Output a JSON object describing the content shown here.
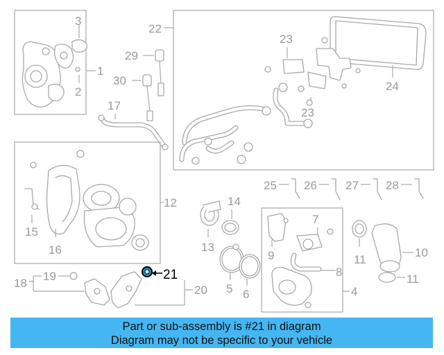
{
  "callouts": {
    "c1": "1",
    "c2": "2",
    "c3": "3",
    "c4": "4",
    "c5": "5",
    "c6": "6",
    "c7": "7",
    "c8": "8",
    "c9": "9",
    "c10": "10",
    "c11a": "11",
    "c11b": "11",
    "c12": "12",
    "c13": "13",
    "c14": "14",
    "c15": "15",
    "c16": "16",
    "c17": "17",
    "c18": "18",
    "c19": "19",
    "c20": "20",
    "c21": "21",
    "c22": "22",
    "c23a": "23",
    "c23b": "23",
    "c24": "24",
    "c25": "25",
    "c26": "26",
    "c27": "27",
    "c28": "28",
    "c29": "29",
    "c30": "30"
  },
  "highlight": {
    "part_number": "21",
    "color": "#000000",
    "part_color": "#1e8fd6"
  },
  "banner": {
    "line1": "Part or sub-assembly is #21 in diagram",
    "line2": "Diagram may not be specific to your vehicle",
    "color": "#45b6f2"
  }
}
